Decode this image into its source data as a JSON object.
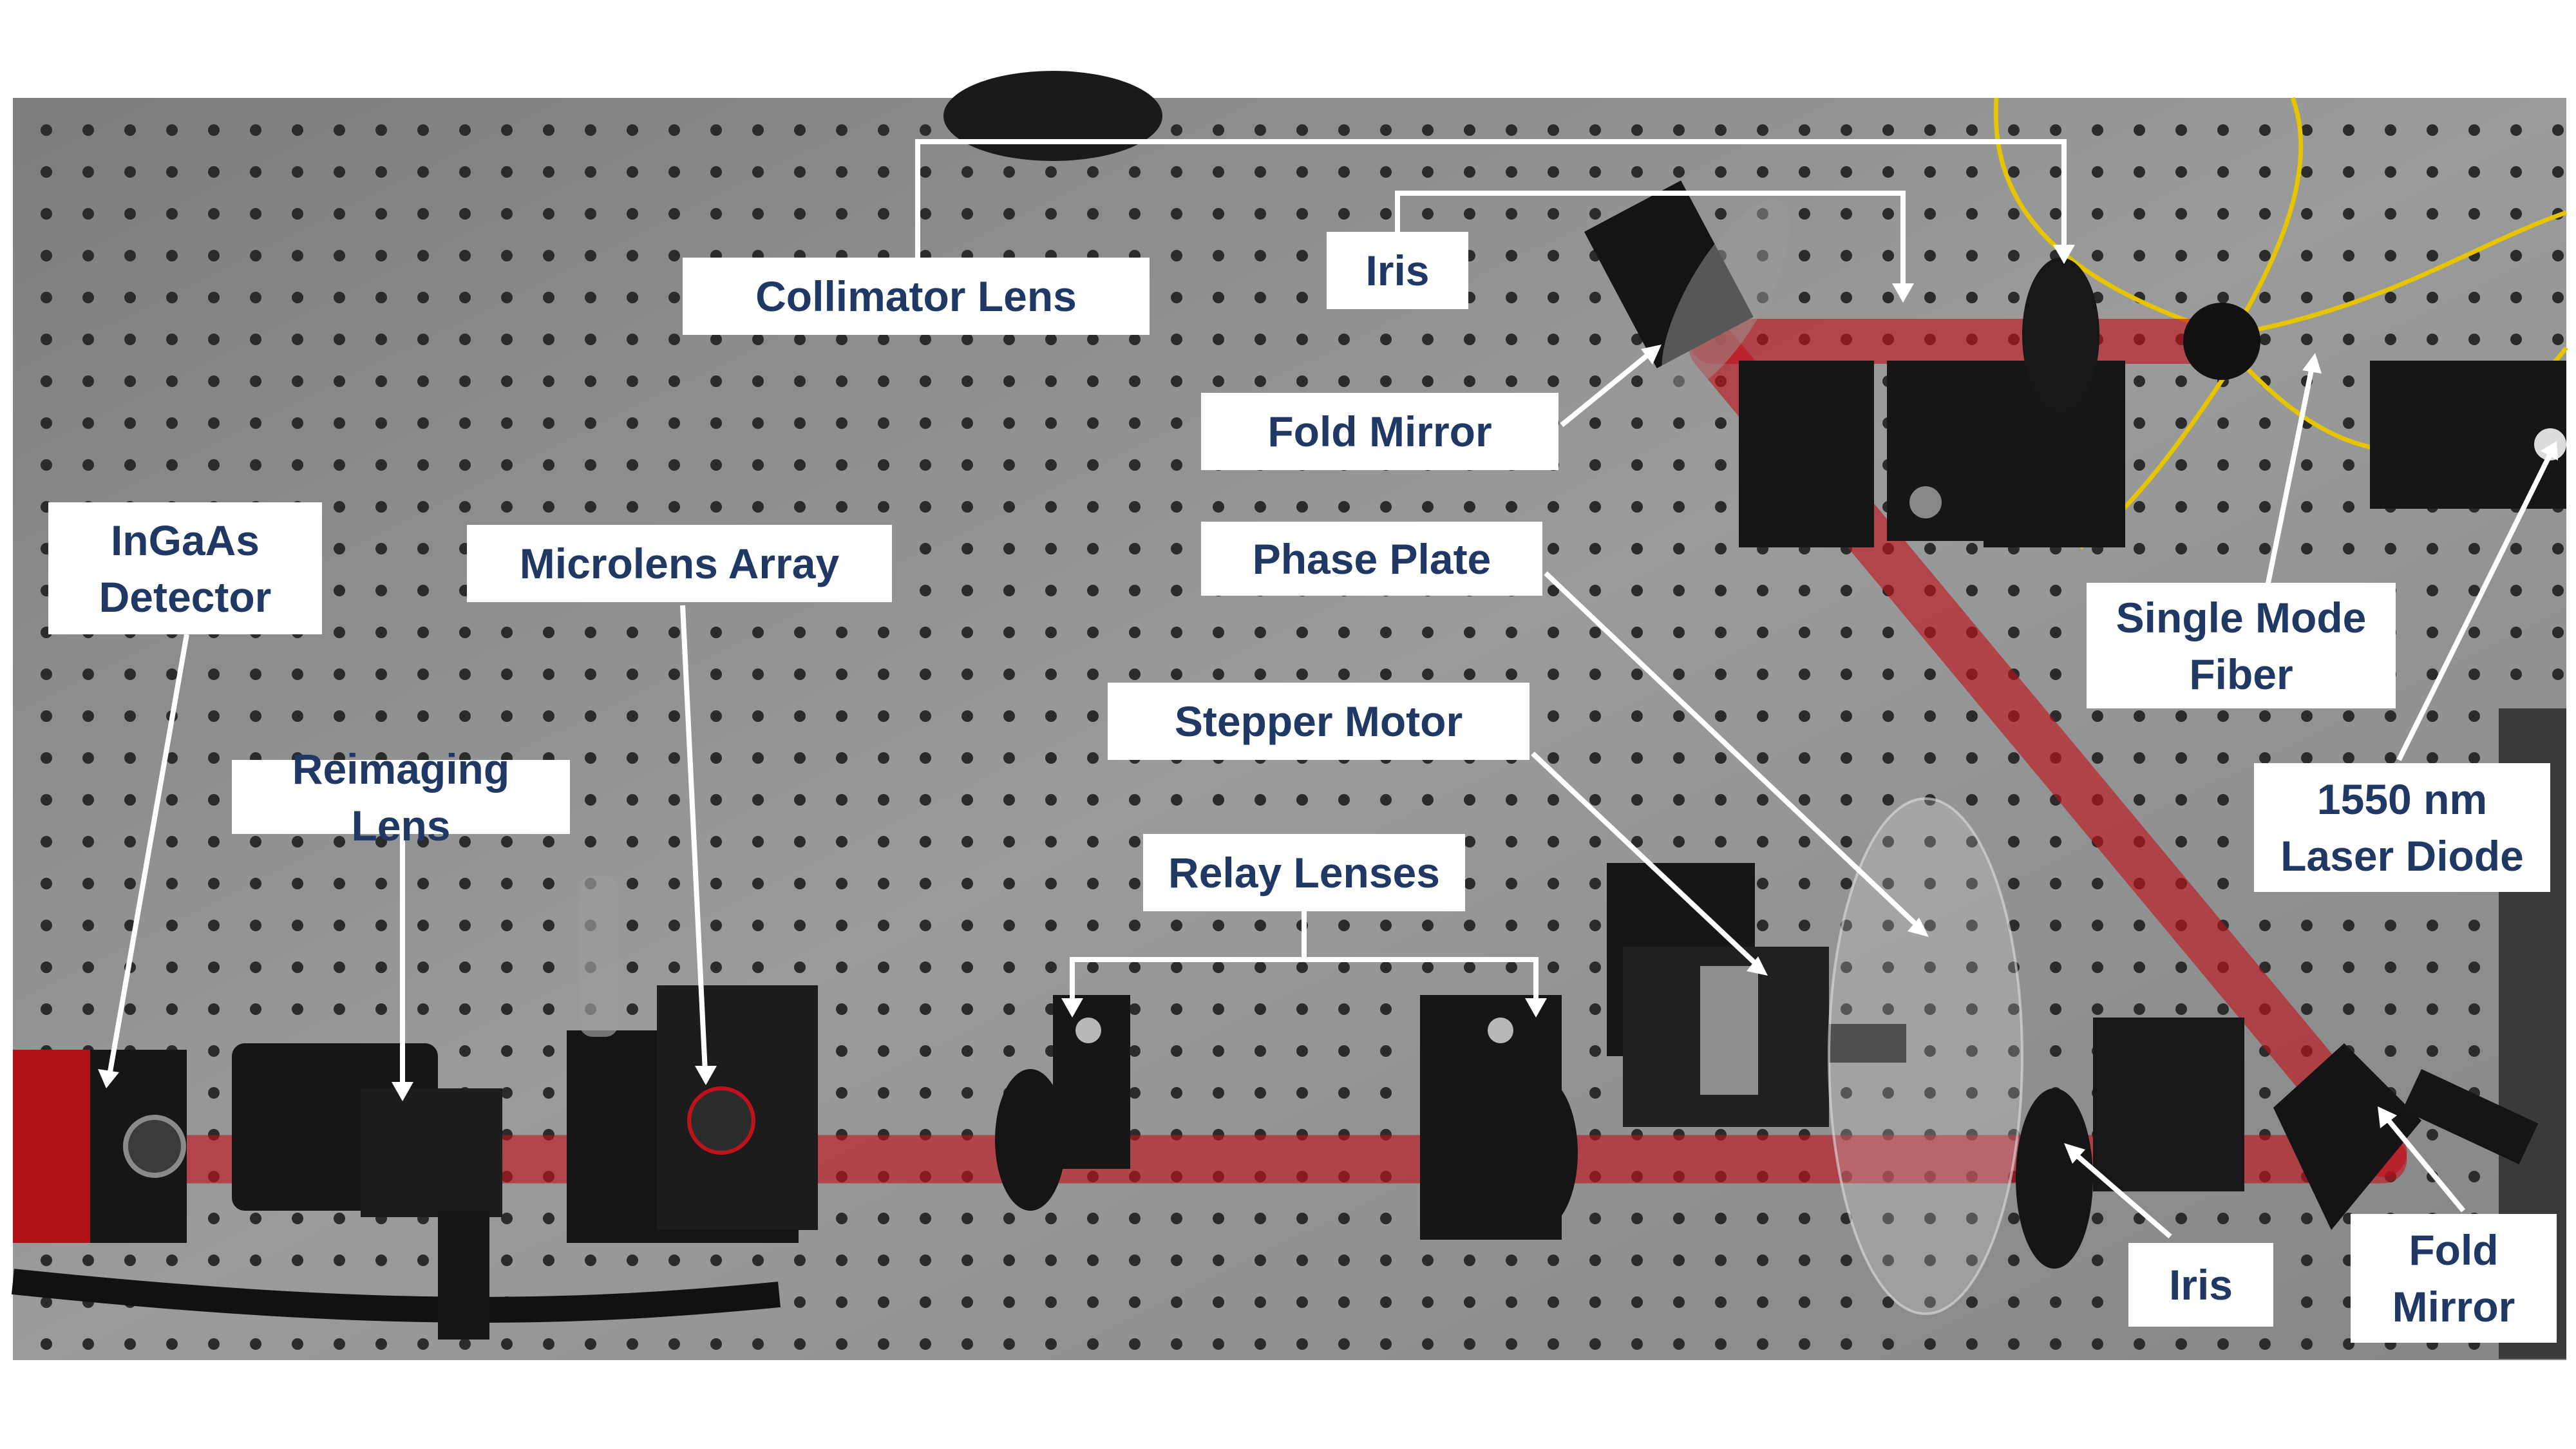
{
  "colors": {
    "background": "#ffffff",
    "breadboard": "#8d8e8e",
    "mount_hole": "#2b2b2b",
    "laser_beam": "#c0121b",
    "label_text": "#1f3864",
    "label_box": "#ffffff",
    "leader_line": "#ffffff",
    "fiber": "#e6c400",
    "hardware": "#151515"
  },
  "labels": {
    "collimator_lens": "Collimator Lens",
    "iris_top": "Iris",
    "fold_mirror_top": "Fold Mirror",
    "phase_plate": "Phase Plate",
    "single_mode_fiber": "Single Mode\nFiber",
    "laser_diode": "1550 nm\nLaser Diode",
    "ingaas_detector": "InGaAs\nDetector",
    "microlens_array": "Microlens Array",
    "reimaging_lens": "Reimaging Lens",
    "stepper_motor": "Stepper Motor",
    "relay_lenses": "Relay Lenses",
    "iris_bottom": "Iris",
    "fold_mirror_bottom": "Fold\nMirror"
  }
}
